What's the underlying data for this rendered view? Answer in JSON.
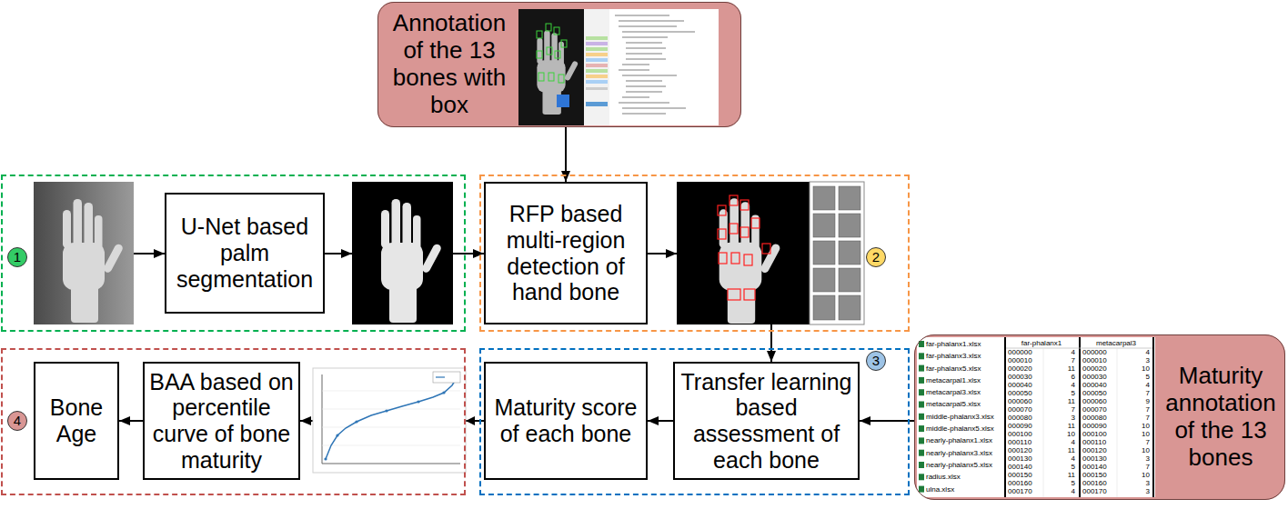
{
  "diagram": {
    "nodes": [
      {
        "text": [
          "Annotation of the 13 bones with box"
        ]
      },
      {
        "text": [
          "1"
        ]
      },
      {
        "text": [
          "U-Net based palm segmentation"
        ],
        "in": 1
      },
      {
        "text": [
          "2"
        ]
      },
      {
        "text": [
          "RFP based multi-region detection of hand bone"
        ],
        "in": 3
      },
      {
        "text": [
          "4"
        ]
      },
      {
        "text": [
          "Bone Age"
        ],
        "in": 5
      },
      {
        "text": [
          "BAA based on percentile curve of bone maturity"
        ],
        "in": 5
      },
      {
        "text": [
          "3"
        ]
      },
      {
        "text": [
          "Maturity score of each bone"
        ],
        "in": 8
      },
      {
        "text": [
          "Transfer learning based assessment of each bone"
        ],
        "in": 8
      },
      {
        "text": [
          "Maturity annotation of the 13 bones"
        ]
      }
    ],
    "edges": [
      {
        "from": 0,
        "to": 4,
        "arrow": "to"
      },
      {
        "from": 11,
        "to": 10,
        "arrow": "to"
      },
      {
        "from": 10,
        "to": 9,
        "arrow": "to"
      },
      {
        "from": 9,
        "to": 7,
        "arrow": "to"
      },
      {
        "from": 7,
        "to": 6,
        "arrow": "to"
      }
    ],
    "labels": [
      "far-phalanx1.xlsx",
      "far-phalanx3.xlsx",
      "far-phalanx5.xlsx",
      "metacarpal1.xlsx",
      "metacarpal3.xlsx",
      "metacarpal5.xlsx",
      "middle-phalanx3.xlsx",
      "middle-phalanx5.xlsx",
      "nearly-phalanx1.xlsx",
      "nearly-phalanx3.xlsx",
      "nearly-phalanx5.xlsx",
      "radius.xlsx",
      "ulna.xlsx",
      "far-phalanx1",
      "metacarpal3",
      "000000",
      "4",
      "000000",
      "4",
      "000010",
      "7",
      "000010",
      "3",
      "000020",
      "11",
      "000020",
      "10",
      "000030",
      "6",
      "000030",
      "5",
      "000040",
      "4",
      "000040",
      "4",
      "000050",
      "5",
      "000050",
      "7",
      "000060",
      "11",
      "000060",
      "9",
      "000070",
      "7",
      "000070",
      "7",
      "000080",
      "3",
      "000080",
      "7",
      "000090",
      "11",
      "000090",
      "10",
      "000100",
      "10",
      "000100",
      "10",
      "000110",
      "4",
      "000110",
      "7",
      "000120",
      "11",
      "000120",
      "10",
      "000130",
      "4",
      "000130",
      "3",
      "000140",
      "5",
      "000140",
      "7",
      "000150",
      "11",
      "000150",
      "10",
      "000160",
      "5",
      "000160",
      "3",
      "000170",
      "4",
      "000170",
      "3"
    ]
  }
}
